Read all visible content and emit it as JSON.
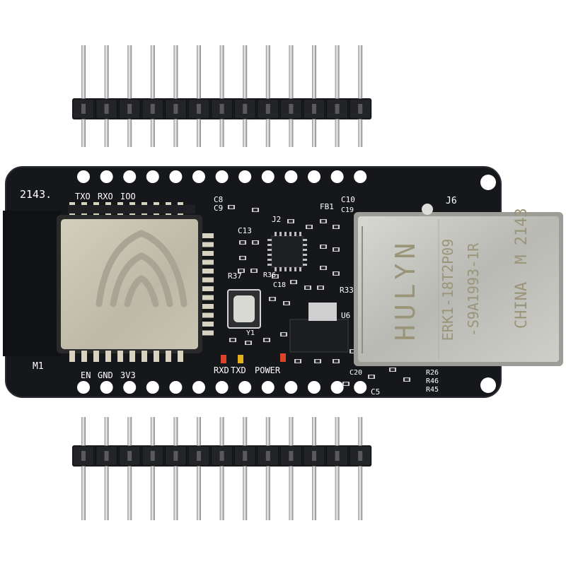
{
  "board": {
    "counts": {
      "header_pins_per_row": 13
    },
    "colors": {
      "pcb": "#15171b",
      "silkscreen": "#ffffff",
      "pin_metal": "#c9c9c9",
      "header_plastic": "#1b1d20",
      "module_shield": "#c8c3b0",
      "rj45_shield": "#c9c9c4",
      "led_red": "#d9442a",
      "led_yellow": "#e4b11d"
    },
    "silkscreen": {
      "date_code": "2143.",
      "txo": "TXO",
      "rxo": "RXO",
      "ioo": "IOO",
      "c8": "C8",
      "c9": "C9",
      "j2": "J2",
      "c13": "C13",
      "fb1": "FB1",
      "c10": "C10",
      "c19": "C19",
      "j6": "J6",
      "r37": "R37",
      "r36": "R36",
      "c18": "C18",
      "r33": "R33",
      "y1": "Y1",
      "u6": "U6",
      "m1": "M1",
      "en": "EN",
      "gnd": "GND",
      "v33": "3V3",
      "rxd": "RXD",
      "txd": "TXD",
      "power": "POWER",
      "c20": "C20",
      "c5": "C5",
      "r26": "R26",
      "r46": "R46",
      "r45": "R45"
    },
    "rj45_marking": {
      "brand": "HULYN",
      "part_1": "ERK1-18T2P09",
      "part_2": "-S9A1993-1R",
      "origin": "CHINA",
      "lot": "M 2143"
    }
  }
}
